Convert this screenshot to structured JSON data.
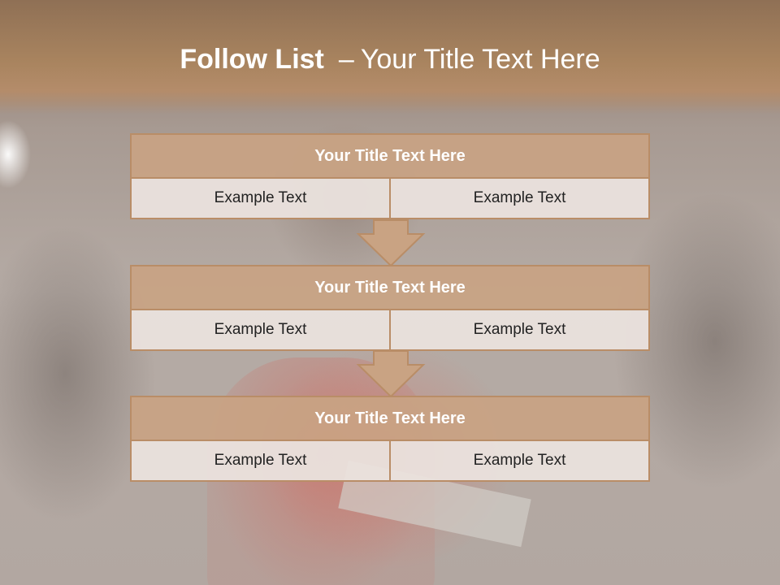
{
  "slide": {
    "title_bold": "Follow List",
    "title_dash": "–",
    "title_rest": "Your Title Text Here"
  },
  "blocks": [
    {
      "title": "Your Title Text Here",
      "cells": [
        "Example Text",
        "Example Text"
      ]
    },
    {
      "title": "Your Title Text Here",
      "cells": [
        "Example Text",
        "Example Text"
      ]
    },
    {
      "title": "Your Title Text Here",
      "cells": [
        "Example Text",
        "Example Text"
      ]
    }
  ],
  "colors": {
    "header_fill": "#c9a383",
    "border": "#b98d67",
    "cell_fill": "#eae2dd",
    "title_band": "#a9845f"
  },
  "icons": [
    "down-arrow-icon"
  ]
}
